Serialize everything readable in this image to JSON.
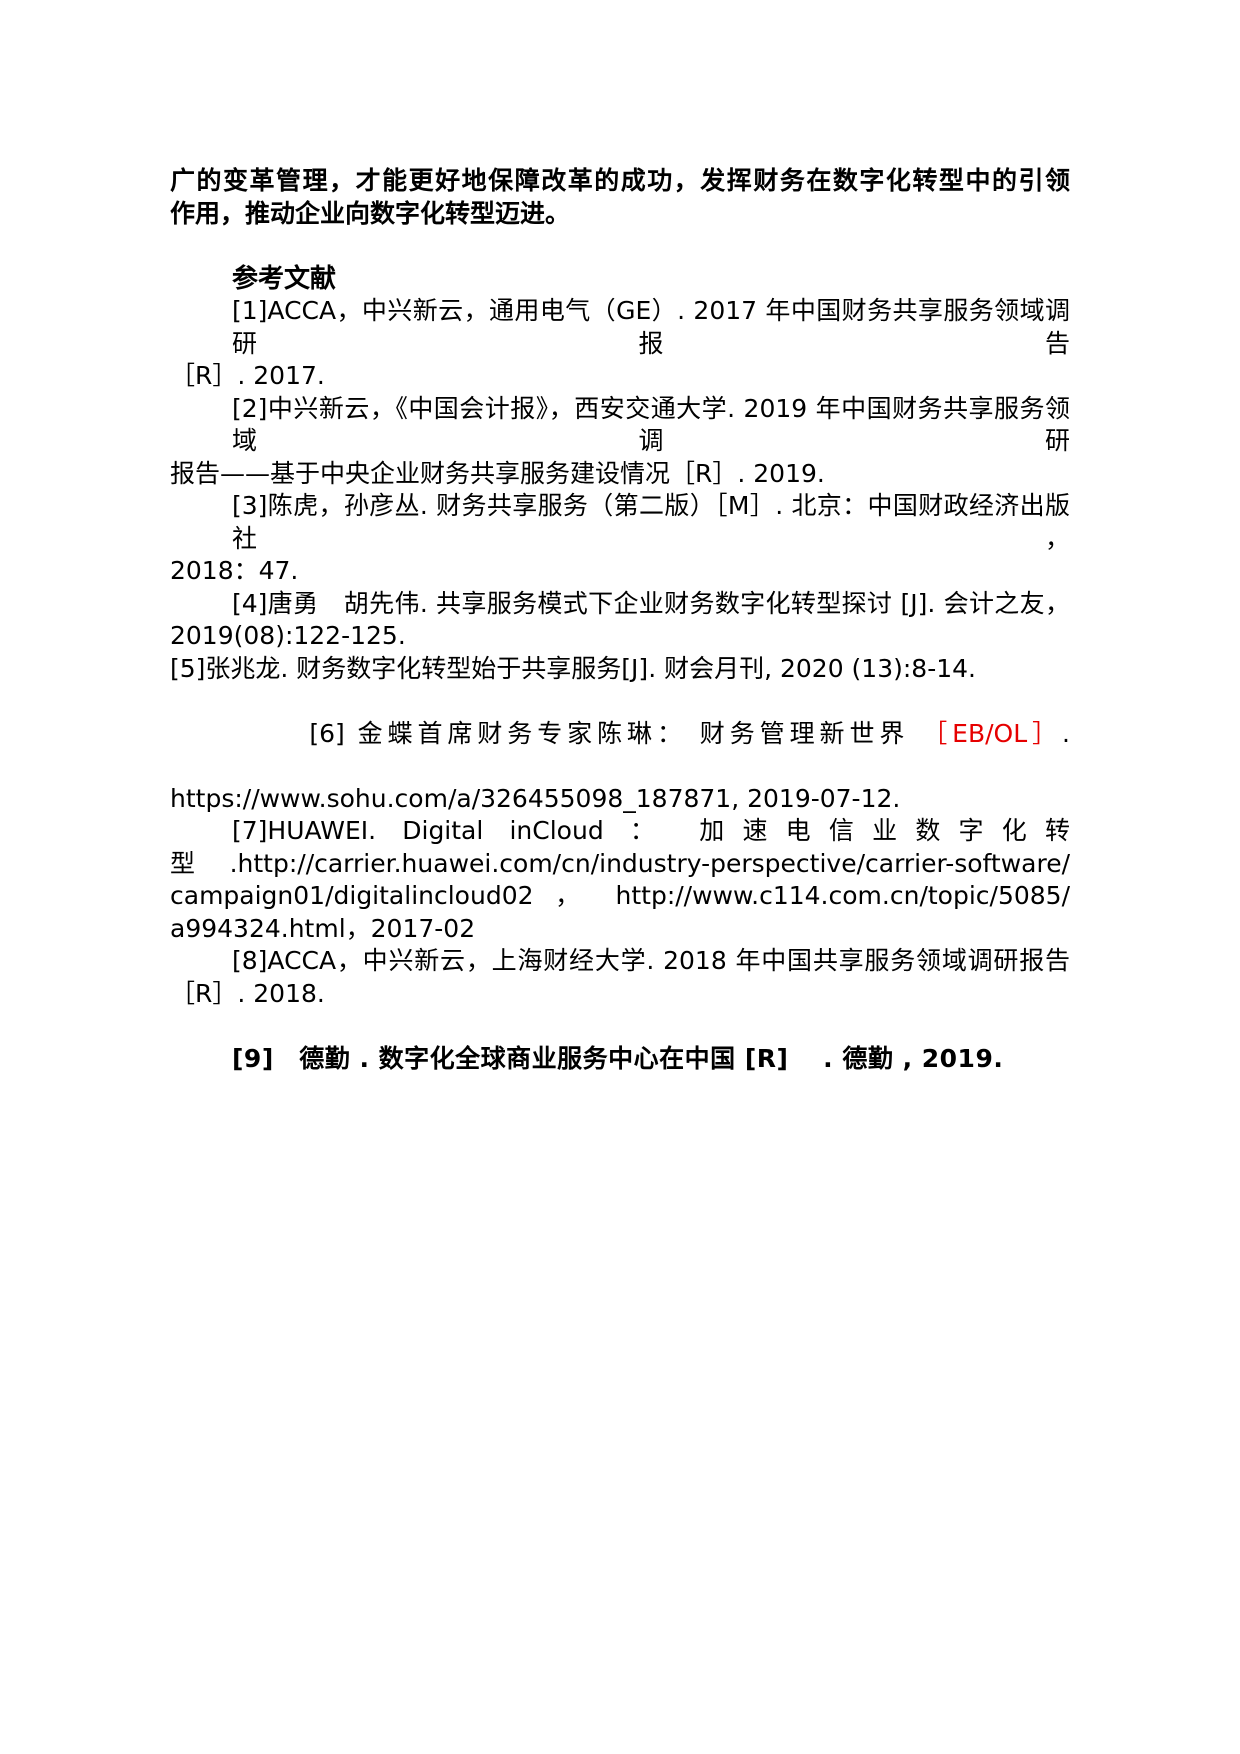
{
  "page": {
    "background": "#ffffff",
    "text_color": "#000000",
    "highlight_red": "#e60000"
  },
  "intro_paragraph": {
    "lines": [
      "广的变革管理，才能更好地保障改革的成功，发挥财务在数字化转型中的引领",
      "作用，推动企业向数字化转型迈进。"
    ]
  },
  "references_section": {
    "heading": "参考文献",
    "references": [
      {
        "label": "[1]",
        "lines": [
          "[1]ACCA，中兴新云，通用电气（GE）. 2017 年中国财务共享服务领域调研报告",
          "［R］. 2017."
        ]
      },
      {
        "label": "[2]",
        "lines": [
          "[2]中兴新云，《中国会计报》，西安交通大学. 2019 年中国财务共享服务领域调研",
          "报告——基于中央企业财务共享服务建设情况［R］. 2019."
        ]
      },
      {
        "label": "[3]",
        "lines": [
          "[3]陈虎，孙彦丛. 财务共享服务（第二版）［M］. 北京：中国财政经济出版社，",
          "2018：47."
        ]
      },
      {
        "label": "[4]",
        "lines": [
          "[4]唐勇　胡先伟. 共享服务模式下企业财务数字化转型探讨 [J]. 会计之友，",
          "2019(08):122-125."
        ]
      },
      {
        "label": "[5]",
        "lines": [
          "[5]张兆龙. 财务数字化转型始于共享服务[J]. 财会月刊, 2020 (13):8-14."
        ]
      },
      {
        "label": "[6]",
        "parts_line1": {
          "prefix": "[6] 金蝶首席财务专家陈琳： 财务管理新世界 ",
          "red": "［EB/OL］",
          "suffix": "."
        },
        "line2": "https://www.sohu.com/a/326455098_187871, 2019-07-12."
      },
      {
        "label": "[7]",
        "lines": [
          "[7]HUAWEI. Digital inCloud ： 加速电信业数字化转",
          "型 .http://carrier.huawei.com/cn/industry-perspective/carrier-software/",
          "campaign01/digitalincloud02 ， http://www.c114.com.cn/topic/5085/",
          "a994324.html，2017-02"
        ]
      },
      {
        "label": "[8]",
        "lines": [
          "[8]ACCA，中兴新云，上海财经大学. 2018 年中国共享服务领域调研报告",
          "［R］. 2018."
        ]
      },
      {
        "label": "[9]",
        "lines": [
          "[9]　德勤 . 数字化全球商业服务中心在中国 [R]　 . 德勤 , 2019."
        ]
      }
    ]
  }
}
